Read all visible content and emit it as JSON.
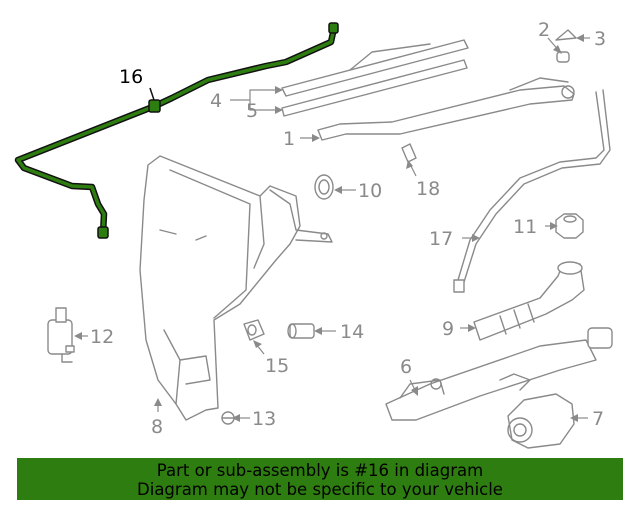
{
  "diagram": {
    "highlight_color": "#2e7d10",
    "line_color": "#8a8a8a",
    "callouts": {
      "c1": "1",
      "c2": "2",
      "c3": "3",
      "c4": "4",
      "c5": "5",
      "c6": "6",
      "c7": "7",
      "c8": "8",
      "c9": "9",
      "c10": "10",
      "c11": "11",
      "c12": "12",
      "c13": "13",
      "c14": "14",
      "c15": "15",
      "c16": "16",
      "c17": "17",
      "c18": "18"
    }
  },
  "banner": {
    "line1": "Part or sub-assembly is #16 in diagram",
    "line2": "Diagram may not be specific to your vehicle",
    "background": "#2e7d10"
  }
}
